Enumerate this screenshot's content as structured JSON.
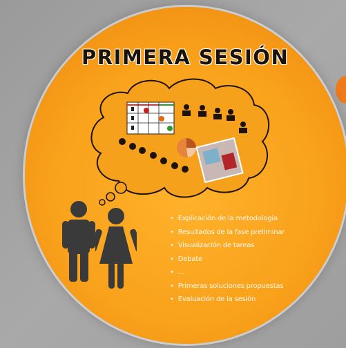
{
  "slide": {
    "title": "PRIMERA SESIÓN",
    "bullets": [
      "Explicación de la metodología",
      "Resultados de la fase preliminar",
      "Visualización de tareas",
      "Debate",
      "...",
      "Primeras soluciones propuestas",
      "Evaluación de la sesión"
    ]
  },
  "colors": {
    "circle": "#f9a11b",
    "title_text": "#1d1208",
    "bullet_text": "#fff8ee",
    "figures": "#3a3a3a"
  },
  "icons": [
    "thought-bubble-icon",
    "man-icon",
    "woman-icon",
    "person-group-icon",
    "sad-face-icon",
    "pie-chart-icon",
    "photo-thumbnail-icon"
  ]
}
